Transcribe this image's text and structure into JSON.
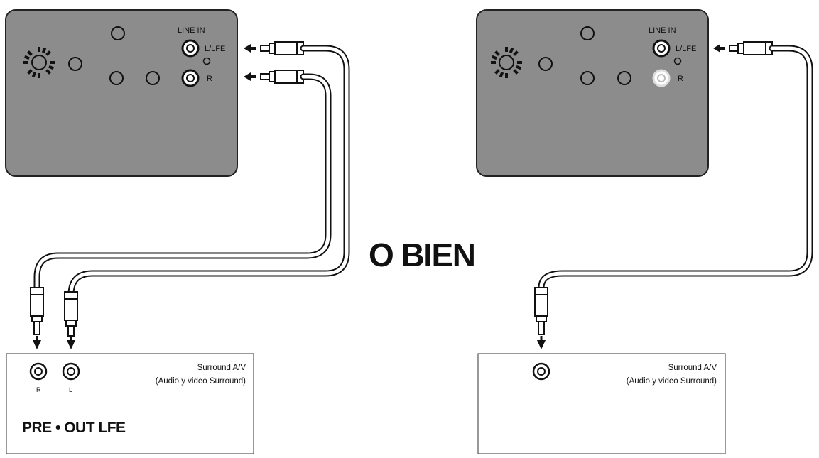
{
  "left": {
    "subwoofer": {
      "line_in_label": "LINE IN",
      "lfe_label": "L/LFE",
      "r_label": "R"
    },
    "receiver": {
      "title": "Surround A/V",
      "subtitle": "(Audio y video Surround)",
      "jack_r_label": "R",
      "jack_l_label": "L",
      "pre_out_label": "PRE • OUT LFE"
    }
  },
  "separator": "O BIEN",
  "right": {
    "subwoofer": {
      "line_in_label": "LINE IN",
      "lfe_label": "L/LFE",
      "r_label": "R"
    },
    "receiver": {
      "title": "Surround A/V",
      "subtitle": "(Audio y video Surround)"
    }
  }
}
